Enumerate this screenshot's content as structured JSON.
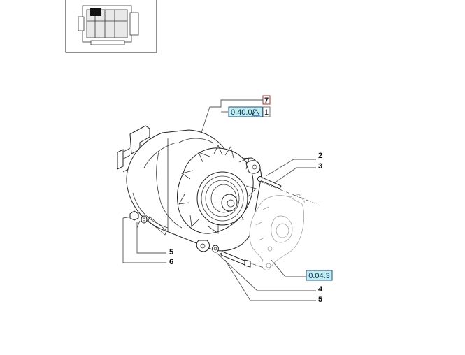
{
  "references": {
    "top_ref": "0.40.0/",
    "top_ref_qty": "1",
    "top_item": "7",
    "side_ref": "0.04.3"
  },
  "callouts": {
    "c2": "2",
    "c3": "3",
    "c4": "4",
    "c5_lower": "5",
    "c5_left": "5",
    "c6": "6"
  },
  "colors": {
    "ref_box_fill": "#bfeef0",
    "ref_box_border": "#2a4f80",
    "item_box_border": "#c62828",
    "line": "#555555"
  },
  "icons": {
    "warning": "warning-triangle-icon",
    "thumbnail": "engine-locator-thumbnail"
  }
}
